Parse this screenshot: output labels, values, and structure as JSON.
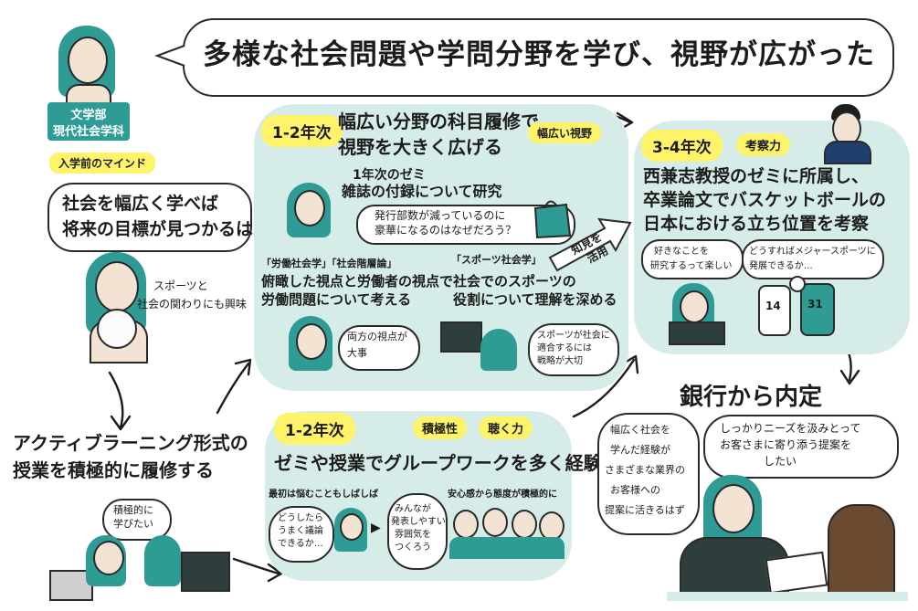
{
  "header": {
    "title": "多様な社会問題や学問分野を学び、視野が広がった"
  },
  "profile": {
    "line1": "文学部",
    "line2": "現代社会学科"
  },
  "mind": {
    "label": "入学前のマインド",
    "bubble_line1": "社会を幅広く学べば",
    "bubble_line2": "将来の目標が見つかるはず",
    "note_line1": "スポーツと",
    "note_line2": "社会の関わりにも興味"
  },
  "active_learning": {
    "line1": "アクティブラーニング形式の",
    "line2": "授業を積極的に履修する",
    "bubble_line1": "積極的に",
    "bubble_line2": "学びたい"
  },
  "panel_top": {
    "year": "1-2年次",
    "heading_line1": "幅広い分野の科目履修で",
    "heading_line2": "視野を大きく広げる",
    "tag": "幅広い視野",
    "seminar_line1": "1年次のゼミ",
    "seminar_line2": "雑誌の付録について研究",
    "question_line1": "発行部数が減っているのに",
    "question_line2": "豪華になるのはなぜだろう？",
    "course_tag1": "「労働社会学」「社会階層論」",
    "course1_line1": "俯瞰した視点と労働者の視点で",
    "course1_line2": "労働問題について考える",
    "bubble1_line1": "両方の視点が",
    "bubble1_line2": "大事",
    "course_tag2": "「スポーツ社会学」",
    "course2_line1": "社会でのスポーツの",
    "course2_line2": "役割について理解を深める",
    "bubble2_line1": "スポーツが社会に",
    "bubble2_line2": "適合するには",
    "bubble2_line3": "戦略が大切",
    "arrow_line1": "知見を",
    "arrow_line2": "活用"
  },
  "panel_bottom": {
    "year": "1-2年次",
    "tag1": "積極性",
    "tag2": "聴く力",
    "heading": "ゼミや授業でグループワークを多く経験",
    "caption1": "最初は悩むこともしばしば",
    "bubble1_line1": "どうしたら",
    "bubble1_line2": "うまく議論",
    "bubble1_line3": "できるか…",
    "bubble2_line1": "みんなが",
    "bubble2_line2": "発表しやすい",
    "bubble2_line3": "雰囲気を",
    "bubble2_line4": "つくろう",
    "caption2": "安心感から態度が積極的に"
  },
  "panel_right": {
    "year": "3-4年次",
    "tag": "考察力",
    "heading_line1": "西兼志教授のゼミに所属し、",
    "heading_line2": "卒業論文でバスケットボールの",
    "heading_line3": "日本における立ち位置を考察",
    "bubble1_line1": "好きなことを",
    "bubble1_line2": "研究するって楽しい",
    "bubble2_line1": "どうすればメジャースポーツに",
    "bubble2_line2": "発展できるか…",
    "jersey1": "14",
    "jersey2": "31"
  },
  "result": {
    "title": "銀行から内定",
    "bubble1_line1": "幅広く社会を",
    "bubble1_line2": "学んだ経験が",
    "bubble1_line3": "さまざまな業界の",
    "bubble1_line4": "お客様への",
    "bubble1_line5": "提案に活きるはず",
    "bubble2_line1": "しっかりニーズを汲みとって",
    "bubble2_line2": "お客さまに寄り添う提案を",
    "bubble2_line3": "したい"
  },
  "colors": {
    "panel": "#d6ece9",
    "yellow": "#fff36a",
    "teal": "#2e9b95",
    "ink": "#1c1c1c"
  }
}
